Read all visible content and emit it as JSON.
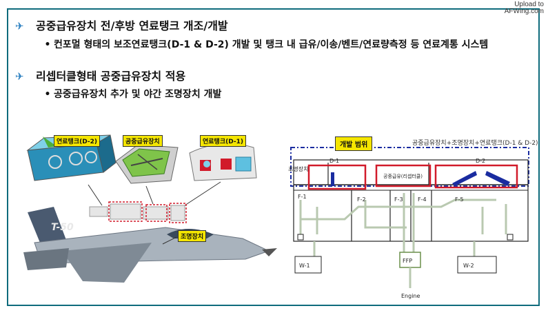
{
  "watermark": {
    "line1": "Upload to",
    "line2": "AFWing.com"
  },
  "bullets": {
    "b1": "공중급유장치 전/후방 연료탱크 개조/개발",
    "b1_sub": "컨포멀 형태의 보조연료탱크(D-1 & D-2) 개발 및 탱크 내 급유/이송/벤트/연료량측정 등 연료계통 시스템",
    "b2": "리셉터클형태 공중급유장치 적용",
    "b2_sub": "공중급유장치 추가 및 야간 조명장치 개발"
  },
  "left_figure": {
    "tank_d2": "연료탱크(D-2)",
    "refuel_unit": "공중급유장치",
    "tank_d1": "연료탱크(D-1)",
    "lighting": "조명장치",
    "tail_number": "T-50"
  },
  "right_figure": {
    "scope_box": "개발 범위",
    "scope_text": "공중급유장치+조명장치+연료탱크(D-1 & D-2)",
    "lighting_label": "조명장치",
    "d1": "D-1",
    "d2": "D-2",
    "center_unit": "공중급유(리셉터클)",
    "f1": "F-1",
    "f2": "F-2",
    "f3": "F-3",
    "f4": "F-4",
    "f5": "F-5",
    "w1": "W-1",
    "w2": "W-2",
    "ffp": "FFP",
    "engine": "Engine"
  },
  "colors": {
    "frame": "#0e6b7c",
    "accent_red": "#d11a2a",
    "tag_yellow": "#f5e600",
    "scope_blue": "#1a2ca0"
  }
}
